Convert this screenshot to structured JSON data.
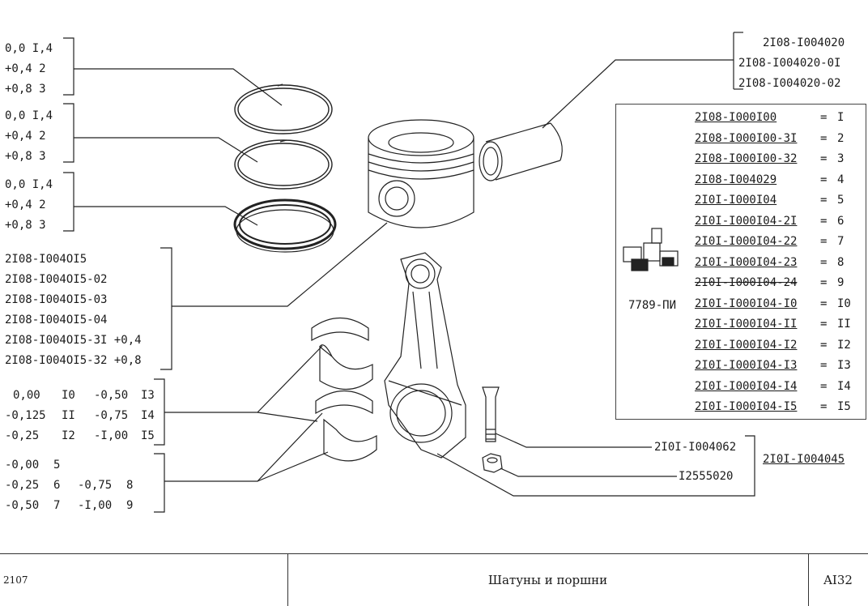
{
  "ring_groups": [
    [
      "0,0 I,4",
      "+0,4 2",
      "+0,8 3"
    ],
    [
      "0,0 I,4",
      "+0,4 2",
      "+0,8 3"
    ],
    [
      "0,0 I,4",
      "+0,4 2",
      "+0,8 3"
    ]
  ],
  "piston_parts": [
    "2I08-I004OI5",
    "2I08-I004OI5-02",
    "2I08-I004OI5-03",
    "2I08-I004OI5-04",
    "2I08-I004OI5-3I +0,4",
    "2I08-I004OI5-32 +0,8"
  ],
  "bearing_table_1": [
    [
      "0,00",
      "I0",
      "-0,50",
      "I3"
    ],
    [
      "-0,125",
      "II",
      "-0,75",
      "I4"
    ],
    [
      "-0,25",
      "I2",
      "-I,00",
      "I5"
    ]
  ],
  "bearing_table_2": [
    [
      "-0,00",
      "5",
      "",
      ""
    ],
    [
      "-0,25",
      "6",
      "-0,75",
      "8"
    ],
    [
      "-0,50",
      "7",
      "-I,00",
      "9"
    ]
  ],
  "pin_parts": [
    "2I08-I004020",
    "2I08-I004020-0I",
    "2I08-I004020-02"
  ],
  "kit_label": "7789-ПИ",
  "kit_list": [
    {
      "part": "2I08-I000I00",
      "num": "I"
    },
    {
      "part": "2I08-I000I00-3I",
      "num": "2"
    },
    {
      "part": "2I08-I000I00-32",
      "num": "3"
    },
    {
      "part": "2I08-I004029",
      "num": "4"
    },
    {
      "part": "2I0I-I000I04",
      "num": "5"
    },
    {
      "part": "2I0I-I000I04-2I",
      "num": "6"
    },
    {
      "part": "2I0I-I000I04-22",
      "num": "7"
    },
    {
      "part": "2I0I-I000I04-23",
      "num": "8"
    },
    {
      "part": "2I0I-I000I04-24",
      "num": "9"
    },
    {
      "part": "2I0I-I000I04-I0",
      "num": "I0"
    },
    {
      "part": "2I0I-I000I04-II",
      "num": "II"
    },
    {
      "part": "2I0I-I000I04-I2",
      "num": "I2"
    },
    {
      "part": "2I0I-I000I04-I3",
      "num": "I3"
    },
    {
      "part": "2I0I-I000I04-I4",
      "num": "I4"
    },
    {
      "part": "2I0I-I000I04-I5",
      "num": "I5"
    }
  ],
  "eq": "=",
  "bolt_part": "2I0I-I004062",
  "nut_part": "I2555020",
  "rod_part": "2I0I-I004045",
  "footer": {
    "model": "2107",
    "title": "Шатуны и поршни",
    "page": "AI32"
  }
}
